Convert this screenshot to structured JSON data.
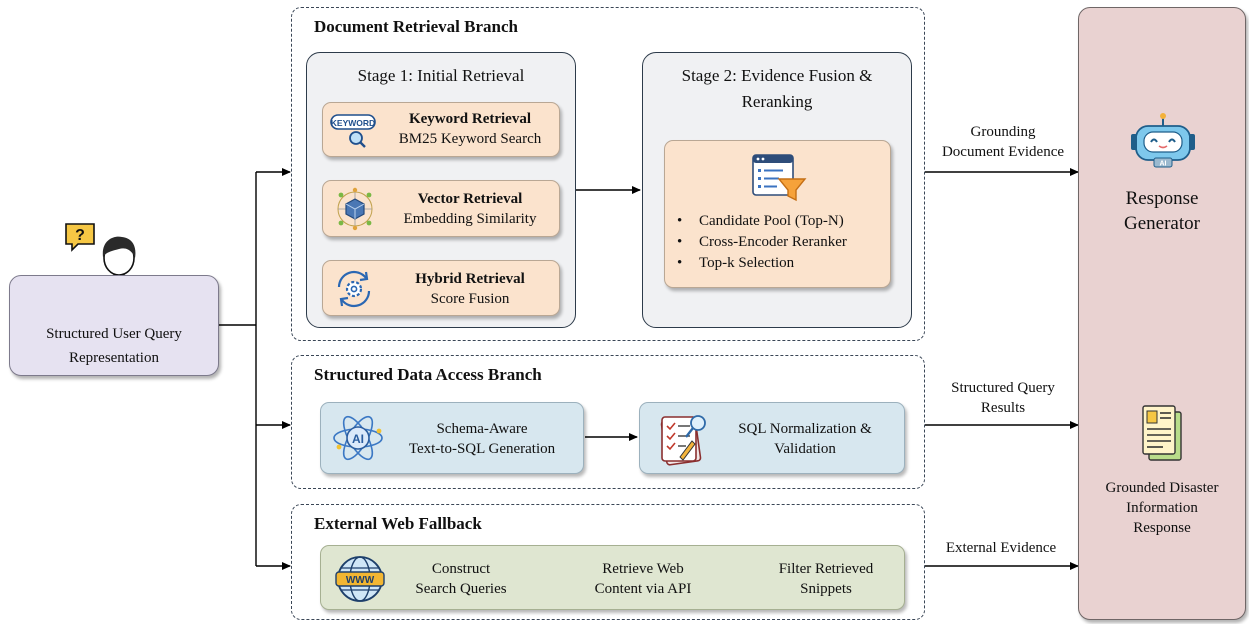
{
  "user": {
    "label_line1": "Structured User Query",
    "label_line2": "Representation"
  },
  "doc_branch": {
    "title": "Document Retrieval Branch",
    "stage1": {
      "title": "Stage 1: Initial Retrieval",
      "keyword": {
        "title": "Keyword Retrieval",
        "subtitle": "BM25 Keyword Search",
        "icon_text": "KEYWORD"
      },
      "vector": {
        "title": "Vector Retrieval",
        "subtitle": "Embedding Similarity"
      },
      "hybrid": {
        "title": "Hybrid Retrieval",
        "subtitle": "Score Fusion"
      }
    },
    "stage2": {
      "title_line1": "Stage 2: Evidence Fusion &",
      "title_line2": "Reranking",
      "items": [
        "Candidate Pool (Top-N)",
        "Cross-Encoder Reranker",
        "Top-k Selection"
      ]
    },
    "edge_label_line1": "Grounding",
    "edge_label_line2": "Document Evidence"
  },
  "sql_branch": {
    "title": "Structured Data Access Branch",
    "gen_line1": "Schema-Aware",
    "gen_line2": "Text-to-SQL Generation",
    "gen_icon_text": "AI",
    "norm_line1": "SQL Normalization &",
    "norm_line2": "Validation",
    "edge_label_line1": "Structured Query",
    "edge_label_line2": "Results"
  },
  "web_branch": {
    "title": "External Web Fallback",
    "icon_text": "WWW",
    "step1_line1": "Construct",
    "step1_line2": "Search Queries",
    "step2_line1": "Retrieve Web",
    "step2_line2": "Content via API",
    "step3_line1": "Filter Retrieved",
    "step3_line2": "Snippets",
    "edge_label": "External Evidence"
  },
  "response": {
    "generator_line1": "Response",
    "generator_line2": "Generator",
    "robot_badge": "AI",
    "output_line1": "Grounded Disaster",
    "output_line2": "Information",
    "output_line3": "Response"
  },
  "colors": {
    "peach": "#fbe3cd",
    "blue": "#d7e7ef",
    "green": "#dfe6d1",
    "user": "#e6e2f1",
    "response": "#e9d2d1",
    "stage": "#f0f1f3"
  }
}
